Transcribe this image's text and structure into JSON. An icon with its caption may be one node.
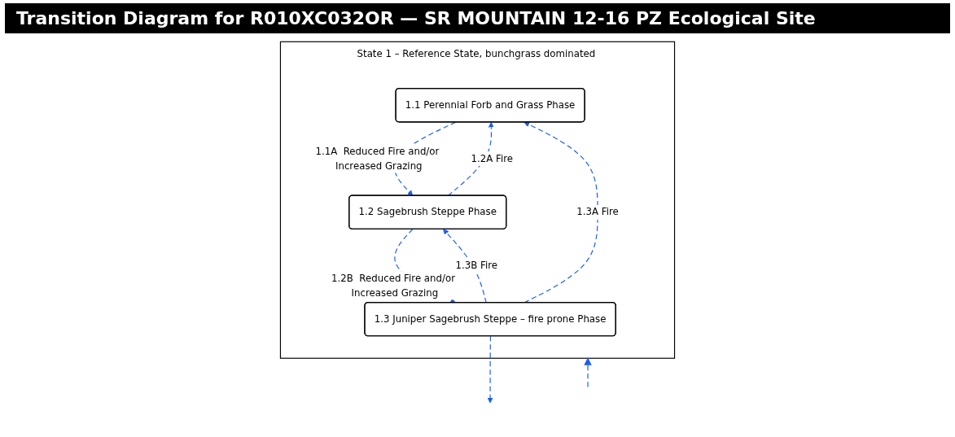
{
  "diagram": {
    "title": "Transition Diagram for R010XC032OR — SR MOUNTAIN 12-16 PZ Ecological Site",
    "nodes": [
      {
        "text": [
          "State 1 – Reference State, bunchgrass dominated"
        ]
      },
      {
        "text": [
          "1.1  Perennial Forb and Grass Phase"
        ],
        "in": 0
      },
      {
        "text": [
          "1.2  Sagebrush Steppe Phase"
        ],
        "in": 0
      },
      {
        "text": [
          "1.3  Juniper Sagebrush Steppe  – fire prone Phase"
        ],
        "in": 0
      }
    ],
    "edges": [
      {
        "from": 1,
        "to": 2,
        "arrow": "to",
        "style": "dashed",
        "label": "1.1A  Reduced Fire and/or Increased Grazing"
      },
      {
        "from": 2,
        "to": 1,
        "arrow": "to",
        "style": "dashed",
        "label": "1.2A  Fire"
      },
      {
        "from": 3,
        "to": 1,
        "arrow": "to",
        "style": "dashed",
        "label": "1.3A  Fire"
      },
      {
        "from": 3,
        "to": 2,
        "arrow": "to",
        "style": "dashed",
        "label": "1.3B  Fire"
      },
      {
        "from": 2,
        "to": 3,
        "arrow": "to",
        "style": "dashed",
        "label": "1.2B  Reduced Fire and/or Increased Grazing"
      },
      {
        "from": 3,
        "to": null,
        "arrow": "to",
        "style": "dashed"
      },
      {
        "from": null,
        "to": 0,
        "arrow": "to",
        "style": "dashed"
      }
    ]
  }
}
